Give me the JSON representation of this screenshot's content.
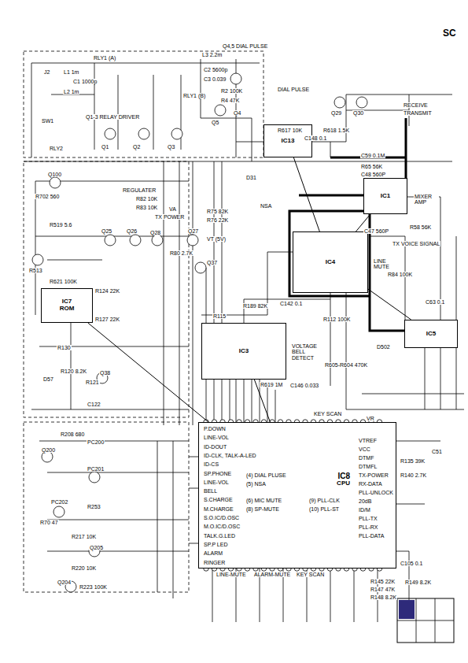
{
  "diagram": {
    "nodes": [
      {
        "text": [
          "IC13"
        ]
      },
      {
        "text": [
          "IC1"
        ]
      },
      {
        "text": [
          "IC4"
        ]
      },
      {
        "text": [
          "IC7",
          "ROM"
        ]
      },
      {
        "text": [
          "IC3"
        ]
      },
      {
        "text": [
          "IC5"
        ]
      },
      {
        "text": [
          "IC8",
          "CPU"
        ]
      }
    ],
    "edges": [
      {
        "from": 0,
        "to": 2,
        "arrow": "none"
      },
      {
        "from": 2,
        "to": 1,
        "arrow": "none"
      },
      {
        "from": 2,
        "to": 5,
        "arrow": "none"
      },
      {
        "from": 4,
        "to": 6,
        "arrow": "none"
      },
      {
        "from": 3,
        "to": 6,
        "arrow": "none"
      }
    ],
    "labels": [
      "SC",
      "RLY1 (A)",
      "J2",
      "L1 1m",
      "C1 1000p",
      "L2 1m",
      "SW1",
      "RLY2",
      "Q1-3 RELAY DRIVER",
      "Q1",
      "Q2",
      "Q3",
      "L3 2.2m",
      "Q4,5 DIAL PULSE",
      "C2 5600p",
      "C3 0.039",
      "RLY1 (B)",
      "R2 100K",
      "R4 47K",
      "Q4",
      "Q5",
      "D31",
      "DIAL PULSE",
      "R617 10K",
      "C148 0.1",
      "R618 1.5K",
      "Q29",
      "Q30",
      "RECEIVE",
      "TRANSMIT",
      "C59 0.1M",
      "R65 56K",
      "C48 560P",
      "MIXER AMP",
      "C47 560P",
      "R58 56K",
      "TX VOICE SIGNAL",
      "LINE MUTE",
      "R84 100K",
      "C63 0.1",
      "D502",
      "R605-R604 470K",
      "R112 100K",
      "C142 0.1",
      "R189 82K",
      "R115",
      "VOLTAGE BELL DETECT",
      "R619 1M",
      "C146 0.033",
      "REGULATER",
      "R82 10K",
      "R83 10K",
      "VA",
      "TX POWER",
      "Q25",
      "Q26",
      "Q28",
      "R75 82K",
      "R76 22K",
      "Q27",
      "VT (5V)",
      "R80 2.7K",
      "Q37",
      "R702 560",
      "Q100",
      "R519 5.6",
      "R621 100K",
      "R513",
      "R124 22K",
      "R127 22K",
      "R130",
      "R120 8.2K",
      "D57",
      "Q38",
      "R121",
      "C122",
      "R208 680",
      "PC200",
      "Q200",
      "PC201",
      "PC202",
      "R253",
      "R70 47",
      "R217 10K",
      "Q205",
      "R220 10K",
      "Q204",
      "R223 100K",
      "P.DOWN",
      "LINE-VOL",
      "ID-DOUT",
      "ID-CLK, TALK-A-LED",
      "ID-CS",
      "SP.PHONE",
      "LINE-VOL",
      "BELL",
      "S.CHARGE",
      "M.CHARGE",
      "S.O.IC/D.OSC",
      "M.O.IC/D.OSC",
      "TALK.G.LED",
      "SP.P LED",
      "ALARM",
      "RINGER",
      "VTREF",
      "VCC",
      "DTMF",
      "DTMFL",
      "TX-POWER",
      "RX-DATA",
      "PLL-UNLOCK",
      "20dB",
      "ID/M",
      "PLL-TX",
      "PLL-RX",
      "PLL-DATA",
      "(4) DIAL PLUSE",
      "(5) NSA",
      "(6) MIC MUTE",
      "(8) SP-MUTE",
      "(9) PLL-CLK",
      "(10) PLL-ST",
      "KEY SCAN",
      "LINE-MUTE",
      "ALARM-MUTE",
      "KEY SCAN",
      "R135 39K",
      "R140 2.7K",
      "C51",
      "C105 0.1",
      "R145 22K",
      "R147 47K",
      "R148 8.2K",
      "R149 8.2K",
      "VR",
      "NSA"
    ]
  }
}
